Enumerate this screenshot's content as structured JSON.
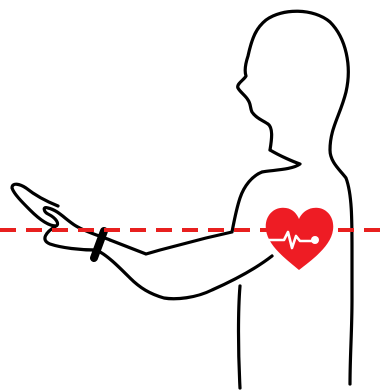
{
  "diagram": {
    "subject": "person-side-profile",
    "elements": [
      {
        "name": "person-outline",
        "icon": "person-outline-icon"
      },
      {
        "name": "wrist-monitor",
        "icon": "wristband-icon"
      },
      {
        "name": "heart-level-line",
        "style": "dashed"
      },
      {
        "name": "heart",
        "icon": "heart-pulse-icon"
      }
    ],
    "colors": {
      "outline": "#000000",
      "reference_line": "#e8201f",
      "heart": "#ee1c24",
      "pulse": "#ffffff",
      "background": "#ffffff"
    }
  }
}
